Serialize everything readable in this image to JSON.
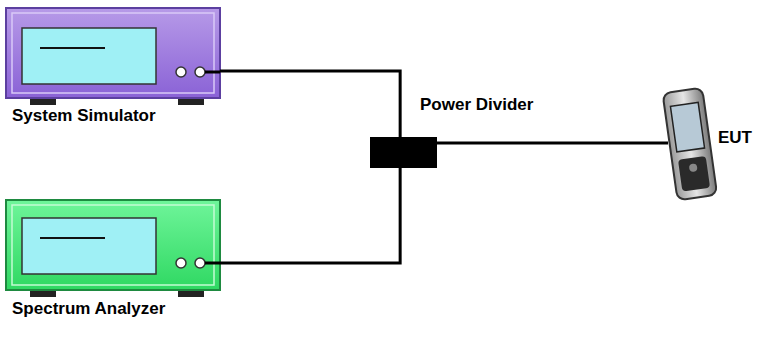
{
  "diagram": {
    "nodes": [
      {
        "text": [
          "System Simulator"
        ]
      },
      {
        "text": [
          "Power Divider"
        ]
      },
      {
        "text": [
          "EUT"
        ]
      },
      {
        "text": [
          "Spectrum Analyzer"
        ]
      }
    ],
    "edges": [
      {
        "from": 0,
        "to": 1,
        "arrow": "none"
      },
      {
        "from": 1,
        "to": 2,
        "arrow": "none"
      },
      {
        "from": 3,
        "to": 1,
        "arrow": "none"
      }
    ]
  }
}
